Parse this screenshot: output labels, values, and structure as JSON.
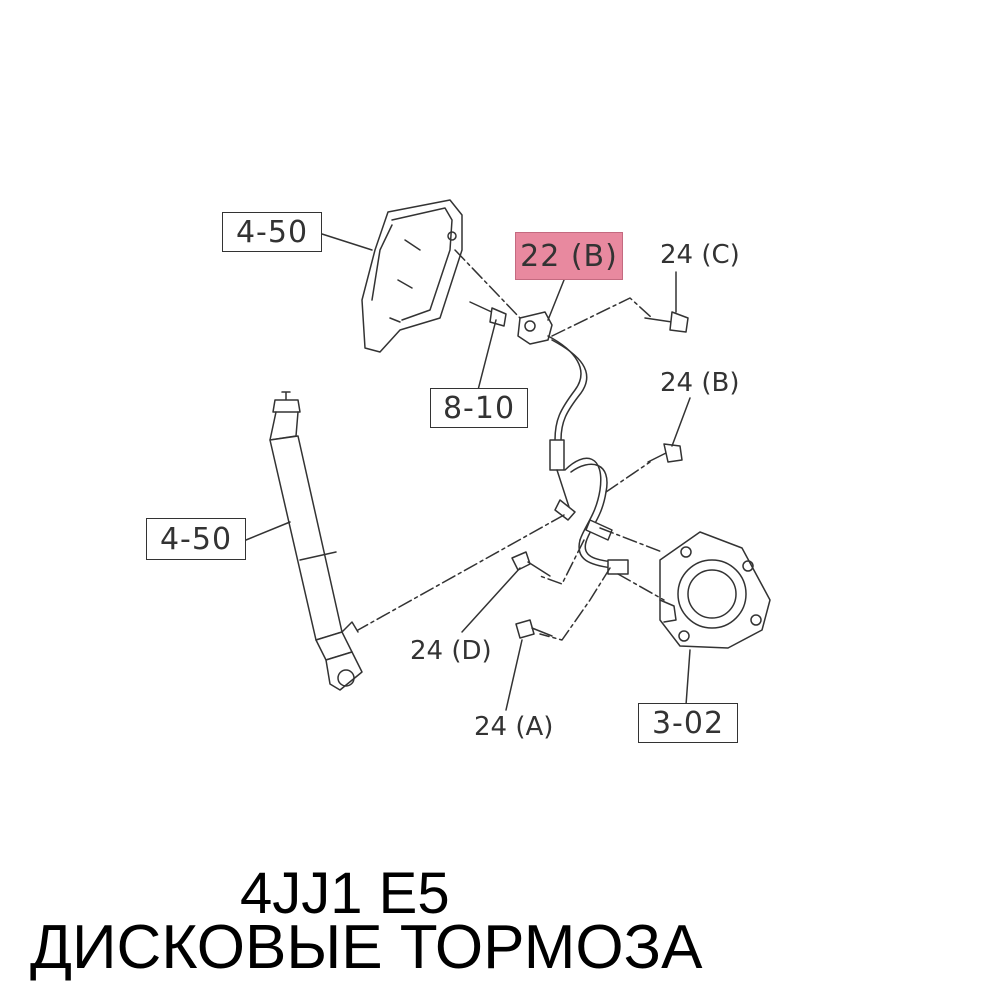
{
  "diagram": {
    "ref_boxes": [
      {
        "id": "damper-upper",
        "label": "4-50",
        "highlight": false
      },
      {
        "id": "clip",
        "label": "8-10",
        "highlight": false
      },
      {
        "id": "shock",
        "label": "4-50",
        "highlight": false
      },
      {
        "id": "knuckle",
        "label": "3-02",
        "highlight": false
      },
      {
        "id": "sensor",
        "label": "22 (B)",
        "highlight": true
      }
    ],
    "ref_labels": [
      {
        "id": "bolt-c",
        "label": "24 (C)"
      },
      {
        "id": "bolt-b",
        "label": "24 (B)"
      },
      {
        "id": "bolt-d",
        "label": "24 (D)"
      },
      {
        "id": "bolt-a",
        "label": "24 (A)"
      }
    ],
    "colors": {
      "highlight": "#e8899f",
      "line": "#333333"
    }
  },
  "caption": {
    "model": "4JJ1 E5",
    "title": "ДИСКОВЫЕ ТОРМОЗА"
  }
}
